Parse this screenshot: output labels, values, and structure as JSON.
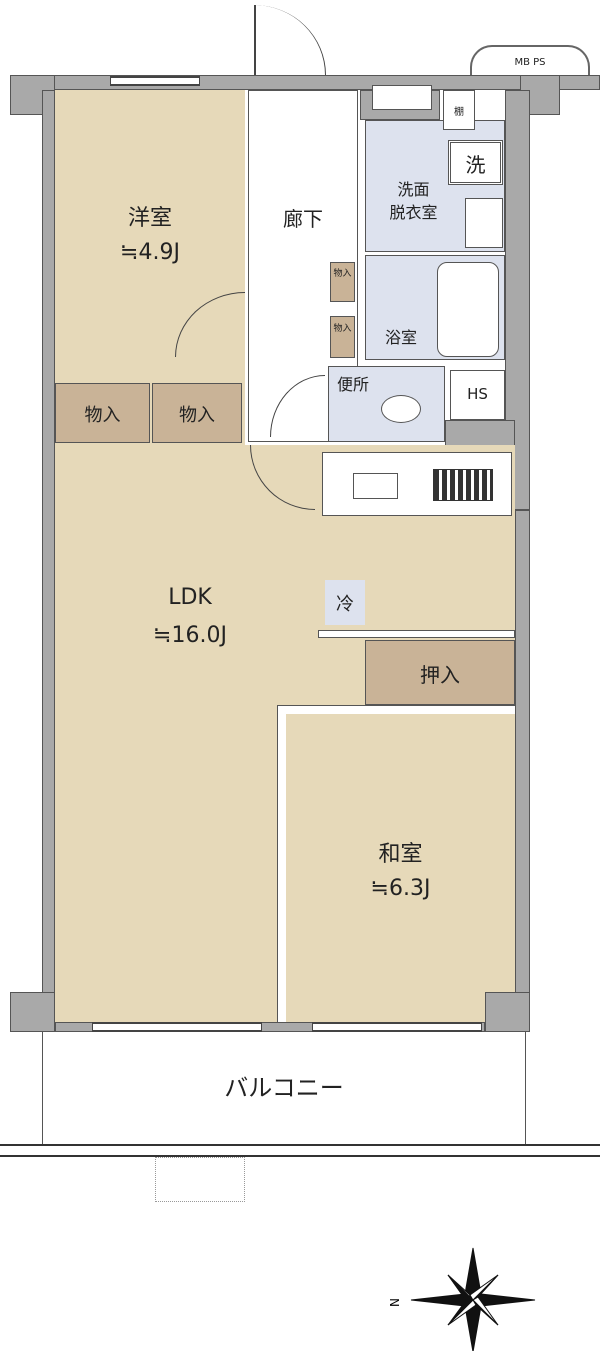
{
  "rooms": {
    "western_room": {
      "name": "洋室",
      "area": "≒4.9J"
    },
    "closet_1": "物入",
    "closet_2": "物入",
    "corridor": "廊下",
    "washroom": {
      "line1": "洗面",
      "line2": "脱衣室"
    },
    "washer": "洗",
    "shelf": "棚",
    "small_closet_1": "物入",
    "small_closet_2": "物入",
    "bathroom": "浴室",
    "toilet": "便所",
    "hs": "HS",
    "mb_ps": "MB PS",
    "ldk": {
      "name": "LDK",
      "area": "≒16.0J"
    },
    "fridge": "冷",
    "oshiire": "押入",
    "japanese_room": {
      "name": "和室",
      "area": "≒6.3J"
    },
    "balcony": "バルコニー"
  },
  "compass": {
    "north_label": "N"
  },
  "colors": {
    "wall": "#a9a9a9",
    "floor": "#e6d9b9",
    "storage": "#c9b397",
    "wet": "#dde2ee"
  }
}
